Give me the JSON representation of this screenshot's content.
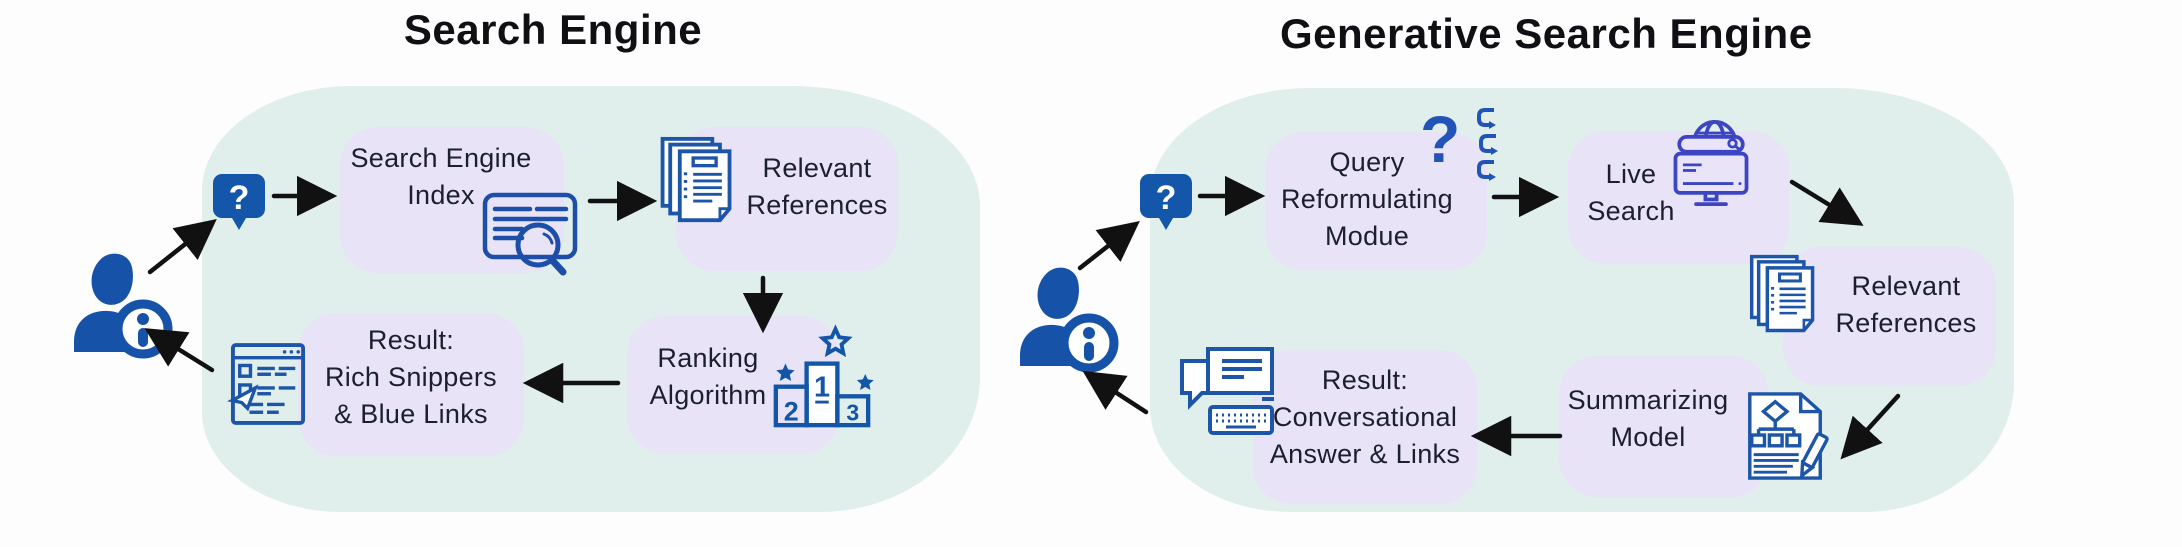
{
  "titles": {
    "left": "Search Engine",
    "right": "Generative Search Engine"
  },
  "glyphs": {
    "question_mark": "?"
  },
  "left_flow": {
    "index_box": {
      "line1": "Search Engine",
      "line2": "Index"
    },
    "references_box": {
      "line1": "Relevant",
      "line2": "References"
    },
    "ranking_box": {
      "line1": "Ranking",
      "line2": "Algorithm"
    },
    "result_box": {
      "line1": "Result:",
      "line2": "Rich Snippers",
      "line3": "& Blue Links"
    },
    "podium": {
      "first": "1",
      "second": "2",
      "third": "3"
    }
  },
  "right_flow": {
    "query_box": {
      "line1": "Query",
      "line2": "Reformulating",
      "line3": "Modue"
    },
    "live_box": {
      "line1": "Live",
      "line2": "Search"
    },
    "references_box": {
      "line1": "Relevant",
      "line2": "References"
    },
    "summarizing_box": {
      "line1": "Summarizing",
      "line2": "Model"
    },
    "result_box": {
      "line1": "Result:",
      "line2": "Conversational",
      "line3": "Answer & Links"
    }
  },
  "colors": {
    "background": "#fdfdfd",
    "flow_blob": "#e0efec",
    "node_box": "#e8e3f7",
    "primary_blue": "#1355a7",
    "outline_blue": "#1d55a8",
    "indigo_icon": "#3c46c2",
    "arrow_black": "#111111",
    "title_text": "#101014",
    "node_text": "#1c1f2e"
  }
}
